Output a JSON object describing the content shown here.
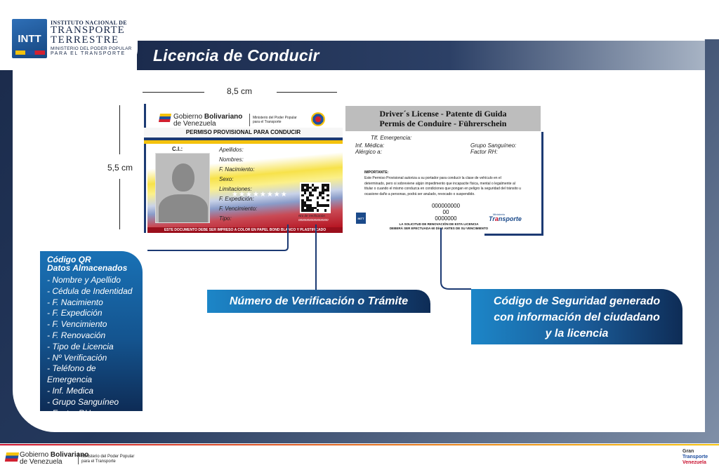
{
  "logo": {
    "badge": "INTT",
    "line1": "INSTITUTO NACIONAL DE",
    "line2": "TRANSPORTE",
    "line3": "TERRESTRE",
    "line4": "MINISTERIO DEL PODER POPULAR",
    "line5": "PARA EL TRANSPORTE"
  },
  "header": {
    "title": "Licencia de Conducir"
  },
  "dimensions": {
    "width": "8,5 cm",
    "height": "5,5 cm"
  },
  "front": {
    "gob_line1_a": "Gobierno ",
    "gob_line1_b": "Bolivariano",
    "gob_line2": "de Venezuela",
    "min_line1": "Ministerio del Poder Popular",
    "min_line2": "para el Transporte",
    "title": "PERMISO PROVISIONAL PARA CONDUCIR",
    "ci_label": "C.I.:",
    "fields": [
      "Apellidos:",
      "Nombres:",
      "F. Nacimiento:",
      "Sexo:",
      "Limitaciones:",
      "F. Expedición:",
      "F. Vencimiento:",
      "Tipo:"
    ],
    "stars": "★★★★★★★★",
    "nro_verif": "Nro de Verificación",
    "nro_verif_value": "00000000000000000",
    "footer": "ESTE DOCUMENTO DEBE SER IMPRESO A COLOR EN PAPEL BOND BLANCO Y PLASTIFICADO"
  },
  "back": {
    "header1": "Driver´s License - Patente di Guida",
    "header2": "Permis de Conduire - Führerschein",
    "tlf": "Tlf. Emergencia:",
    "inf": "Inf. Médica:",
    "alergico": "Alérgico a:",
    "grupo": "Grupo Sanguíneo:",
    "factor": "Factor RH:",
    "importante": "IMPORTANTE:",
    "paragraph": "Este Permiso Provisional autoriza a su portador para conducir la clase de vehículo en el determinado, pero si sobreviene algún impedimento que incapacite física, mental o legalmente al titular o cuando el mismo conduzca en condiciones que pongan en peligro la seguridad del tránsito u ocasione daño a personas, podrá ser anulado, revocado o suspendido.",
    "num1": "000000000",
    "num2": "00",
    "num3": "0000000",
    "sol1": "LA SOLICITUD DE RENOVACIÓN DE ESTA LICENCIA",
    "sol2": "DEBERÁ SER EFECTUADA 60 DÍAS ANTES DE SU VENCIMIENTO",
    "intt_small": "INTT",
    "mt_small": "Ministerio",
    "mt_a": "Tr",
    "mt_b": "a",
    "mt_c": "nsporte"
  },
  "callouts": {
    "qr_title1": "Código QR",
    "qr_title2": "Datos Almacenados",
    "qr_items": [
      "- Nombre y Apellido",
      "- Cédula de Indentidad",
      "- F. Nacimiento",
      "- F. Expedición",
      "- F. Vencimiento",
      "- F. Renovación",
      "- Tipo de Licencia",
      "- Nº Verificación",
      "- Teléfono de Emergencia",
      "- Inf. Medica",
      "- Grupo Sanguíneo",
      "- Factor RH"
    ],
    "verificacion": "Número de Verificación o  Trámite",
    "seguridad1": "Código de Seguridad generado",
    "seguridad2": "con información del ciudadano",
    "seguridad3": "y la licencia"
  },
  "footer": {
    "gob_a": "Gobierno ",
    "gob_b": "Bolivariano",
    "gob2": "de Venezuela",
    "min1": "Ministerio del Poder Popular",
    "min2": "para el Transporte",
    "gm1": "Gran",
    "gm2": "Transporte",
    "gm3": "Venezuela"
  }
}
